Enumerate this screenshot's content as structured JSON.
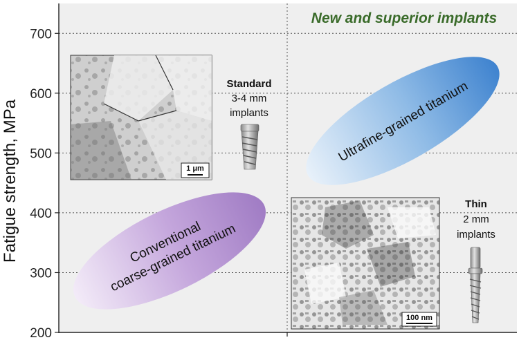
{
  "chart_data": {
    "type": "scatter",
    "title": "New and superior implants",
    "ylabel": "Fatigue strength, MPa",
    "xlabel": "",
    "ylim": [
      200,
      750
    ],
    "yticks": [
      200,
      300,
      400,
      500,
      600,
      700
    ],
    "grid": true,
    "regions": [
      {
        "name": "conventional",
        "line1": "Conventional",
        "line2": "coarse-grained titanium",
        "y_center": 360,
        "color": "#a781c9"
      },
      {
        "name": "ultrafine",
        "line1": "Ultrafine-grained titanium",
        "y_center": 535,
        "color": "#4f8fd4"
      }
    ],
    "implants": [
      {
        "name": "standard",
        "label_bold": "Standard",
        "line2": "3-4 mm",
        "line3": "implants"
      },
      {
        "name": "thin",
        "label_bold": "Thin",
        "line2": "2 mm",
        "line3": "implants"
      }
    ],
    "micrographs": [
      {
        "name": "coarse",
        "scale_label": "1 μm"
      },
      {
        "name": "ultrafine",
        "scale_label": "100 nm"
      }
    ]
  },
  "colors": {
    "background": "#efefef",
    "title_green": "#3a6b2a",
    "conventional": "#a781c9",
    "ultrafine": "#4f8fd4"
  }
}
